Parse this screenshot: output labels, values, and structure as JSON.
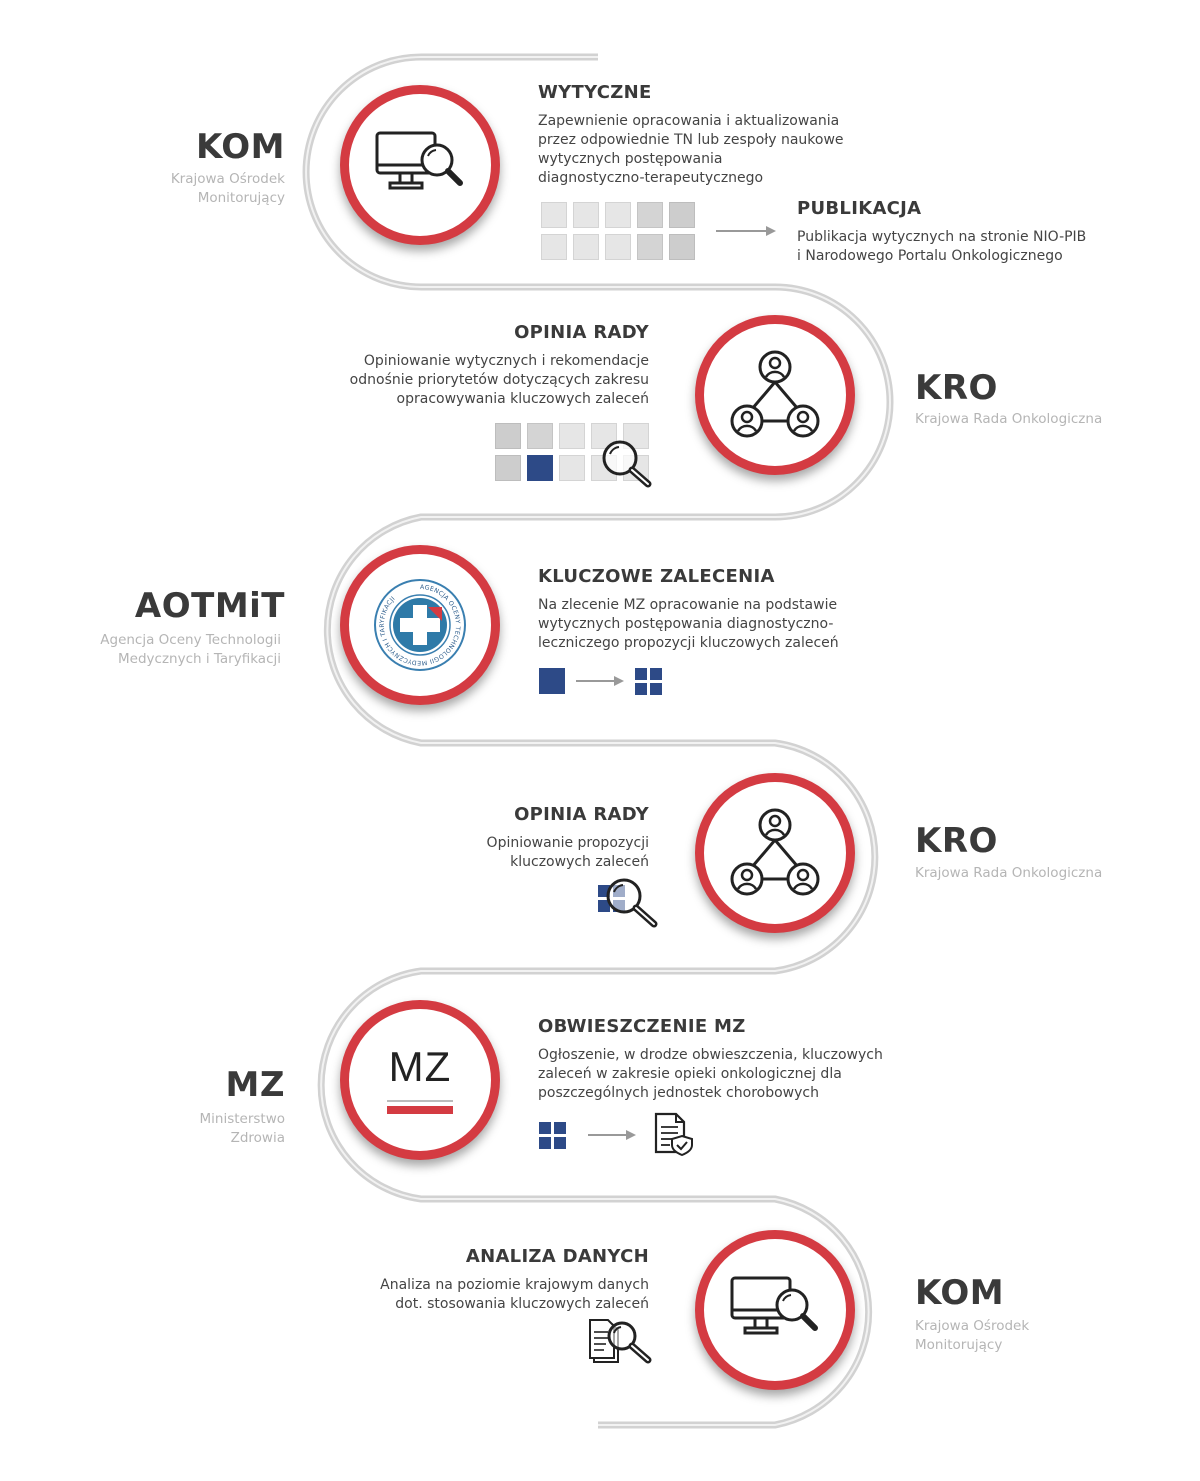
{
  "steps": [
    {
      "org_abbr": "KOM",
      "org_name": [
        "Krajowa Ośrodek",
        "Monitorujący"
      ],
      "title": "WYTYCZNE",
      "description": [
        "Zapewnienie opracowania i aktualizowania",
        "przez odpowiednie TN lub zespoły naukowe",
        "wytycznych postępowania",
        "diagnostyczno-terapeutycznego"
      ],
      "icon": "monitor-search-icon"
    },
    {
      "title": "PUBLIKACJA",
      "description": [
        "Publikacja wytycznych na stronie NIO-PIB",
        "i Narodowego Portalu Onkologicznego"
      ]
    },
    {
      "org_abbr": "KRO",
      "org_name": [
        "Krajowa Rada Onkologiczna"
      ],
      "title": "OPINIA RADY",
      "description": [
        "Opiniowanie wytycznych i rekomendacje",
        "odnośnie priorytetów dotyczących zakresu",
        "opracowywania kluczowych zaleceń"
      ],
      "icon": "people-network-icon"
    },
    {
      "org_abbr": "AOTMiT",
      "org_name": [
        "Agencja Oceny Technologii",
        "Medycznych i Taryfikacji"
      ],
      "title": "KLUCZOWE ZALECENIA",
      "description": [
        "Na zlecenie MZ opracowanie na podstawie",
        "wytycznych postępowania diagnostyczno-",
        "leczniczego propozycji kluczowych zaleceń"
      ],
      "icon": "aotmit-logo-icon",
      "logo_text": "AGENCJA OCENY TECHNOLOGII MEDYCZNYCH I TARYFIKACJI"
    },
    {
      "org_abbr": "KRO",
      "org_name": [
        "Krajowa Rada Onkologiczna"
      ],
      "title": "OPINIA RADY",
      "description": [
        "Opiniowanie propozycji",
        "kluczowych zaleceń"
      ],
      "icon": "people-network-icon"
    },
    {
      "org_abbr": "MZ",
      "org_name": [
        "Ministerstwo",
        "Zdrowia"
      ],
      "title": "OBWIESZCZENIE MZ",
      "description": [
        "Ogłoszenie, w drodze obwieszczenia, kluczowych",
        "zaleceń w zakresie opieki onkologicznej dla",
        "poszczególnych jednostek chorobowych"
      ],
      "icon": "mz-logo-icon",
      "logo_text": "MZ"
    },
    {
      "org_abbr": "KOM",
      "org_name": [
        "Krajowa Ośrodek",
        "Monitorujący"
      ],
      "title": "ANALIZA DANYCH",
      "description": [
        "Analiza na poziomie krajowym danych",
        "dot. stosowania kluczowych zaleceń"
      ],
      "icon": "monitor-search-icon"
    }
  ],
  "colors": {
    "accent_red": "#d43b42",
    "navy": "#2d4a87",
    "track_gray": "#c8c8c8"
  }
}
